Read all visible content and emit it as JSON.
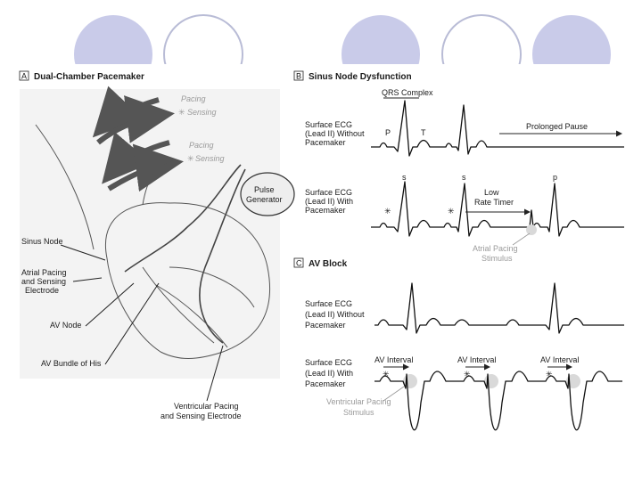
{
  "colors": {
    "decor_circle": "#c9cbe9",
    "decor_ring": "#b9bcd6",
    "ink": "#1a1a1a"
  },
  "panel_a": {
    "letter": "A",
    "title": "Dual-Chamber Pacemaker",
    "legend": [
      "Pacing",
      "Sensing",
      "Pacing",
      "Sensing"
    ],
    "pulse_generator": [
      "Pulse",
      "Generator"
    ],
    "labels": {
      "sinus_node": "Sinus Node",
      "atrial_electrode": [
        "Atrial Pacing",
        "and Sensing",
        "Electrode"
      ],
      "av_node": "AV Node",
      "his_bundle": "AV Bundle of His",
      "ventricular_electrode": [
        "Ventricular Pacing",
        "and Sensing Electrode"
      ]
    }
  },
  "panel_b": {
    "letter": "B",
    "title": "Sinus Node Dysfunction",
    "qrs": "QRS Complex",
    "p": "P",
    "t": "T",
    "pause": "Prolonged Pause",
    "row1": [
      "Surface ECG",
      "(Lead II) Without",
      "Pacemaker"
    ],
    "row2": [
      "Surface ECG",
      "(Lead II) With",
      "Pacemaker"
    ],
    "timer": [
      "Low",
      "Rate Timer"
    ],
    "stimulus": [
      "Atrial Pacing",
      "Stimulus"
    ]
  },
  "panel_c": {
    "letter": "C",
    "title": "AV Block",
    "row1": [
      "Surface ECG",
      "(Lead II) Without",
      "Pacemaker"
    ],
    "row2": [
      "Surface ECG",
      "(Lead II) With",
      "Pacemaker"
    ],
    "interval": "AV Interval",
    "stimulus": [
      "Ventricular Pacing",
      "Stimulus"
    ]
  }
}
